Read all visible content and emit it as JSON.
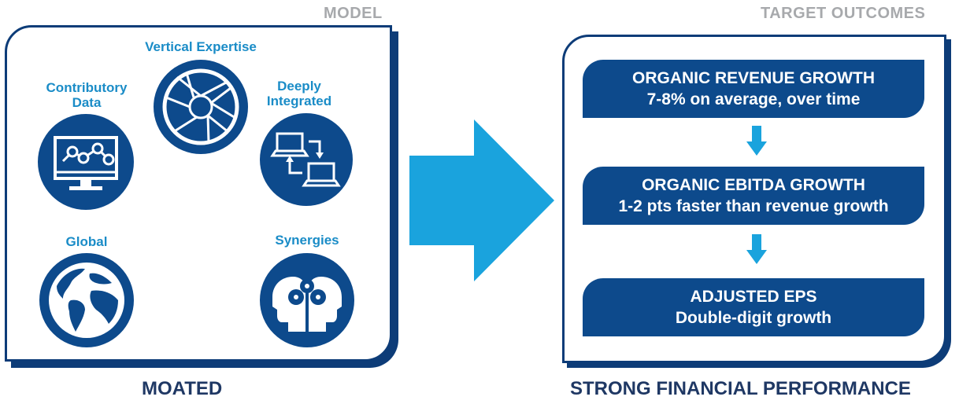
{
  "model": {
    "header": "MODEL",
    "footer": "MOATED",
    "items": [
      {
        "label": "Vertical Expertise",
        "icon": "aperture-icon"
      },
      {
        "label_line1": "Contributory",
        "label_line2": "Data",
        "icon": "monitor-chart-icon"
      },
      {
        "label_line1": "Deeply",
        "label_line2": "Integrated",
        "icon": "laptops-sync-icon"
      },
      {
        "label": "Global",
        "icon": "globe-icon"
      },
      {
        "label": "Synergies",
        "icon": "heads-gears-icon"
      }
    ]
  },
  "outcomes": {
    "header": "TARGET OUTCOMES",
    "footer": "STRONG FINANCIAL PERFORMANCE",
    "items": [
      {
        "title": "ORGANIC REVENUE GROWTH",
        "detail": "7-8% on average, over time"
      },
      {
        "title": "ORGANIC EBITDA GROWTH",
        "detail": "1-2 pts faster than revenue growth"
      },
      {
        "title": "ADJUSTED EPS",
        "detail": "Double-digit growth"
      }
    ]
  },
  "colors": {
    "navy": "#0d4a8c",
    "frame": "#0d3c78",
    "accent": "#1aa3dd",
    "label_blue": "#1a8cc7",
    "gray": "#a7a9ac"
  }
}
